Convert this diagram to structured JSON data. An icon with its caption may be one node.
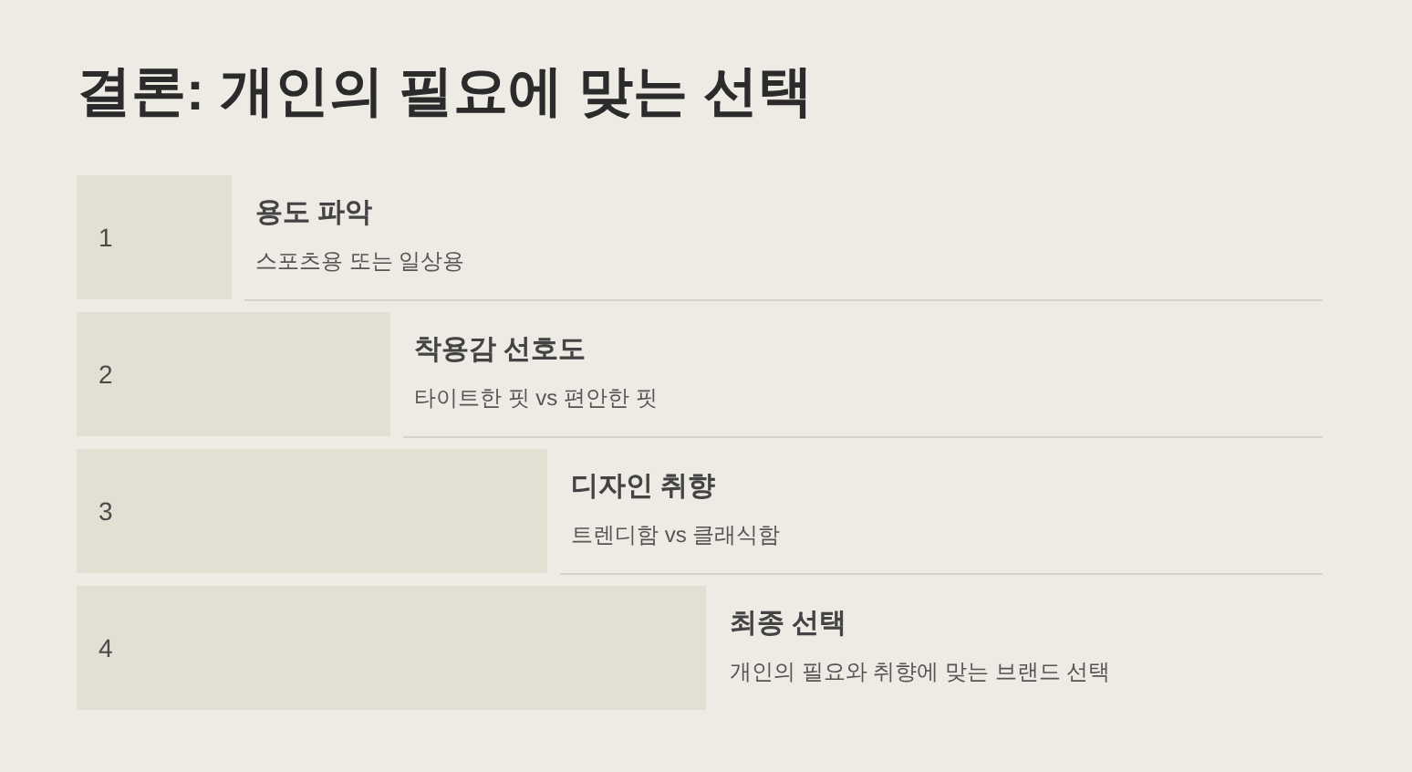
{
  "diagram": {
    "title": "결론: 개인의 필요에 맞는 선택",
    "nodes": [
      {
        "text": [
          "1"
        ],
        "beside": [
          "용도 파악",
          "스포츠용 또는 일상용"
        ]
      },
      {
        "text": [
          "2"
        ],
        "beside": [
          "착용감 선호도",
          "타이트한 핏 vs 편안한 핏"
        ]
      },
      {
        "text": [
          "3"
        ],
        "beside": [
          "디자인 취향",
          "트렌디함 vs 클래식함"
        ]
      },
      {
        "text": [
          "4"
        ],
        "beside": [
          "최종 선택",
          "개인의 필요와 취향에 맞는 브랜드 선택"
        ]
      }
    ],
    "edges": []
  }
}
